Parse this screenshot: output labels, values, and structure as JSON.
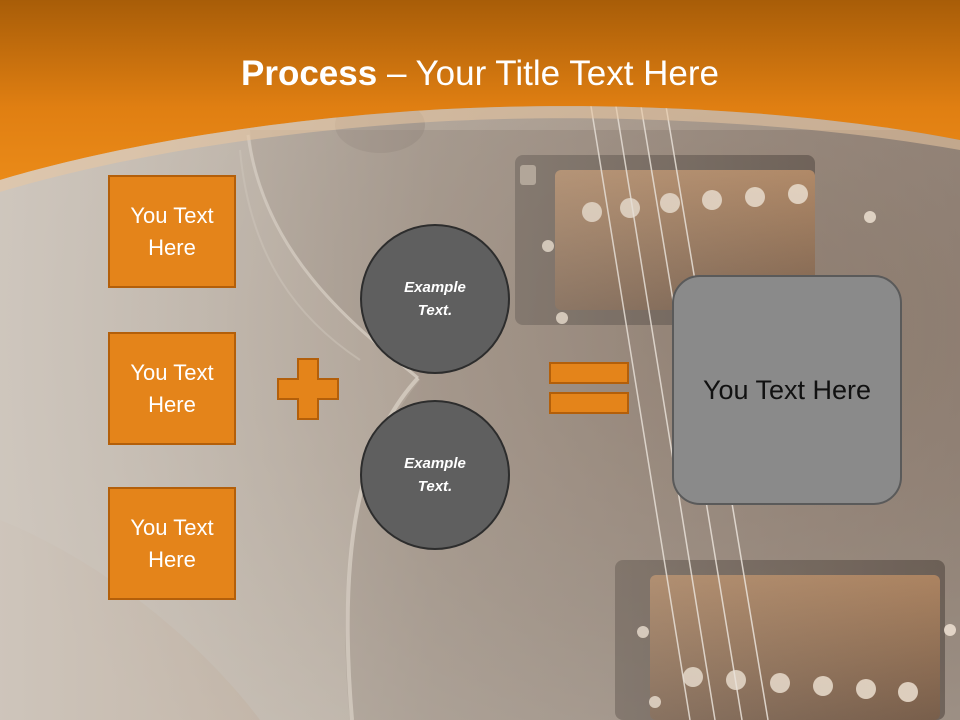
{
  "colors": {
    "header_orange": "#e4841a",
    "box_fill": "#e4841a",
    "box_border": "#b35f0a",
    "circle_fill": "#5f5f5f",
    "result_fill": "#8a8a8a"
  },
  "title": {
    "strong": "Process",
    "rest": " – Your Title Text Here"
  },
  "input_boxes": [
    {
      "label": "You Text Here"
    },
    {
      "label": "You Text Here"
    },
    {
      "label": "You Text Here"
    }
  ],
  "circles": [
    {
      "label": "Example Text."
    },
    {
      "label": "Example Text."
    }
  ],
  "operators": {
    "plus_icon": "plus-icon",
    "equals_icon": "equals-icon"
  },
  "result": {
    "label": "You Text Here"
  },
  "background_image": "electric-guitar-photo"
}
